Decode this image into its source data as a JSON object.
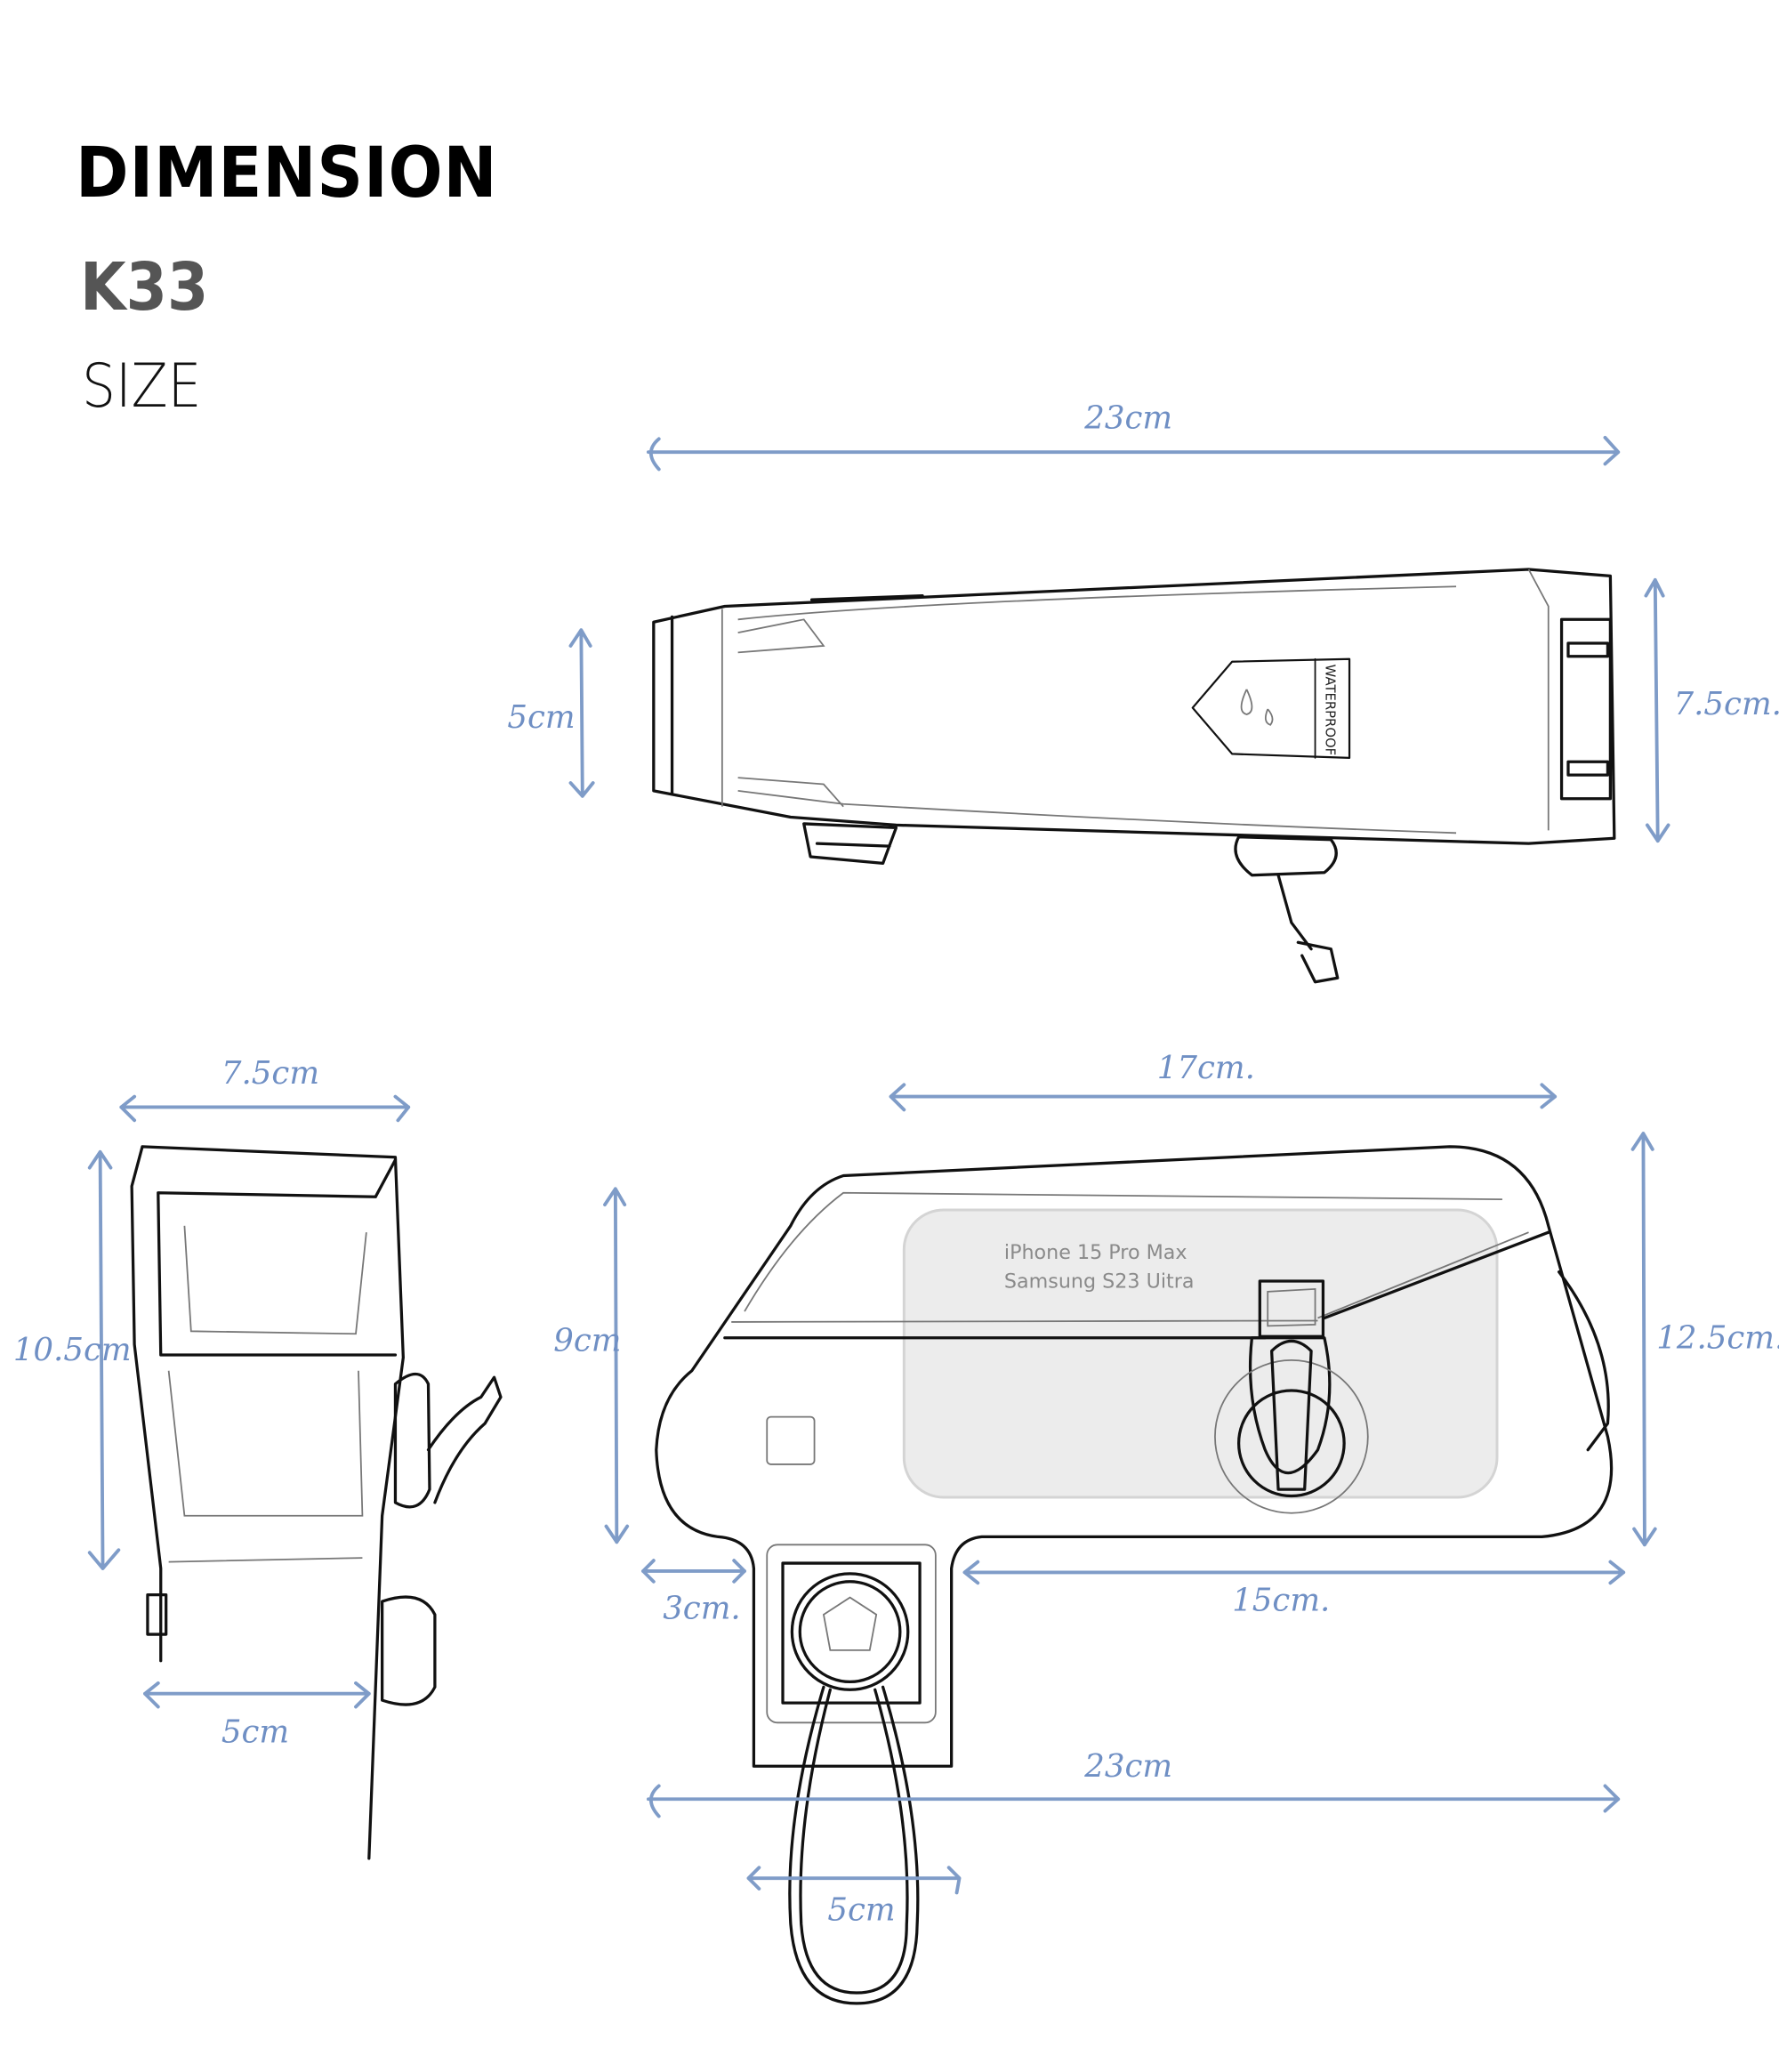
{
  "header": {
    "title": "DIMENSION",
    "model": "K33",
    "subtitle": "SIZE"
  },
  "dimension_color": "#7f9cc8",
  "top_view": {
    "length_label": "23cm",
    "left_height_label": "5cm",
    "right_height_label": "7.5cm.",
    "badge_text": "WATERPROOF"
  },
  "front_view": {
    "top_width_label": "7.5cm",
    "height_label": "10.5cm",
    "bottom_width_label": "5cm"
  },
  "side_view": {
    "top_length_label": "17cm.",
    "left_height_label": "9cm",
    "right_height_label": "12.5cm.",
    "mount_offset_label": "3cm.",
    "bottom_span_label": "15cm.",
    "total_length_label": "23cm",
    "strap_width_label": "5cm",
    "phone_compat": [
      "iPhone 15 Pro Max",
      "Samsung S23 Uitra"
    ]
  }
}
